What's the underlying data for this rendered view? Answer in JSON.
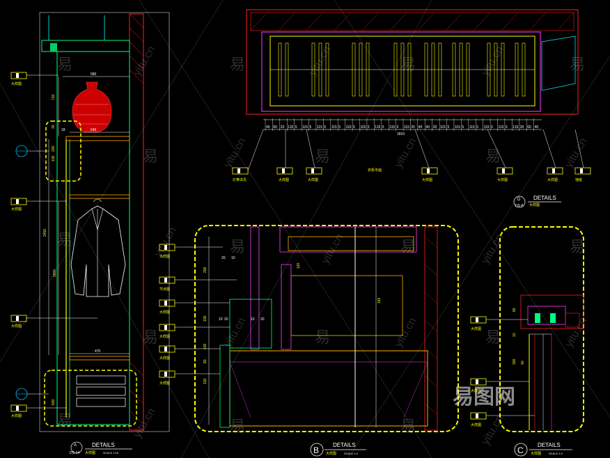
{
  "detail_a": {
    "dims": {
      "d580": "580",
      "d710": "710",
      "d30": "30",
      "d646": "646",
      "d18": "18",
      "d200": "200",
      "d100": "100",
      "d2450": "2450",
      "d1800": "1800",
      "d470": "470",
      "d640": "640"
    },
    "title": "DETAILS",
    "marker": "A",
    "sheet": "DS-14",
    "sub": "大样图",
    "scale": "SCALE 1:10"
  },
  "detail_b": {
    "dims": {
      "d20a": "20",
      "d10a": "10",
      "d120": "120",
      "d10b": "10",
      "d20b": "20",
      "d10c": "10",
      "d20c": "20",
      "d160": "160",
      "d200": "200",
      "d100a": "100",
      "d100b": "100",
      "d80": "80",
      "d130": "130"
    },
    "title": "DETAILS",
    "marker": "B",
    "sub": "大样图",
    "scale": "SCALE 1:2"
  },
  "detail_c": {
    "dims": {
      "d80": "80",
      "d10": "10",
      "d300": "300",
      "d40": "40"
    },
    "title": "DETAILS",
    "marker": "C",
    "sub": "大样图",
    "scale": "SCALE 1:2"
  },
  "detail_d": {
    "title": "DETAILS",
    "marker": "D",
    "sheet": "DS-8",
    "sub": "大样图"
  },
  "plan_dims": [
    "40",
    "60",
    "20",
    "115",
    "5",
    "115",
    "5",
    "115",
    "5",
    "115",
    "5",
    "115",
    "5",
    "115",
    "5",
    "115",
    "5",
    "115",
    "5",
    "115",
    "20",
    "40",
    "40",
    "20",
    "115",
    "5",
    "115",
    "5",
    "115",
    "5",
    "115",
    "5",
    "115",
    "5",
    "115",
    "20",
    "60",
    "40"
  ],
  "plan_total": "1810",
  "plan_note": "衣柜平面",
  "callout_text": {
    "big": "大样图",
    "draw": "节点图",
    "lamp": "灯带详见",
    "wall": "墙纸"
  },
  "watermark": {
    "char": "易",
    "site": "yitu.cn",
    "logo": "易图网"
  }
}
